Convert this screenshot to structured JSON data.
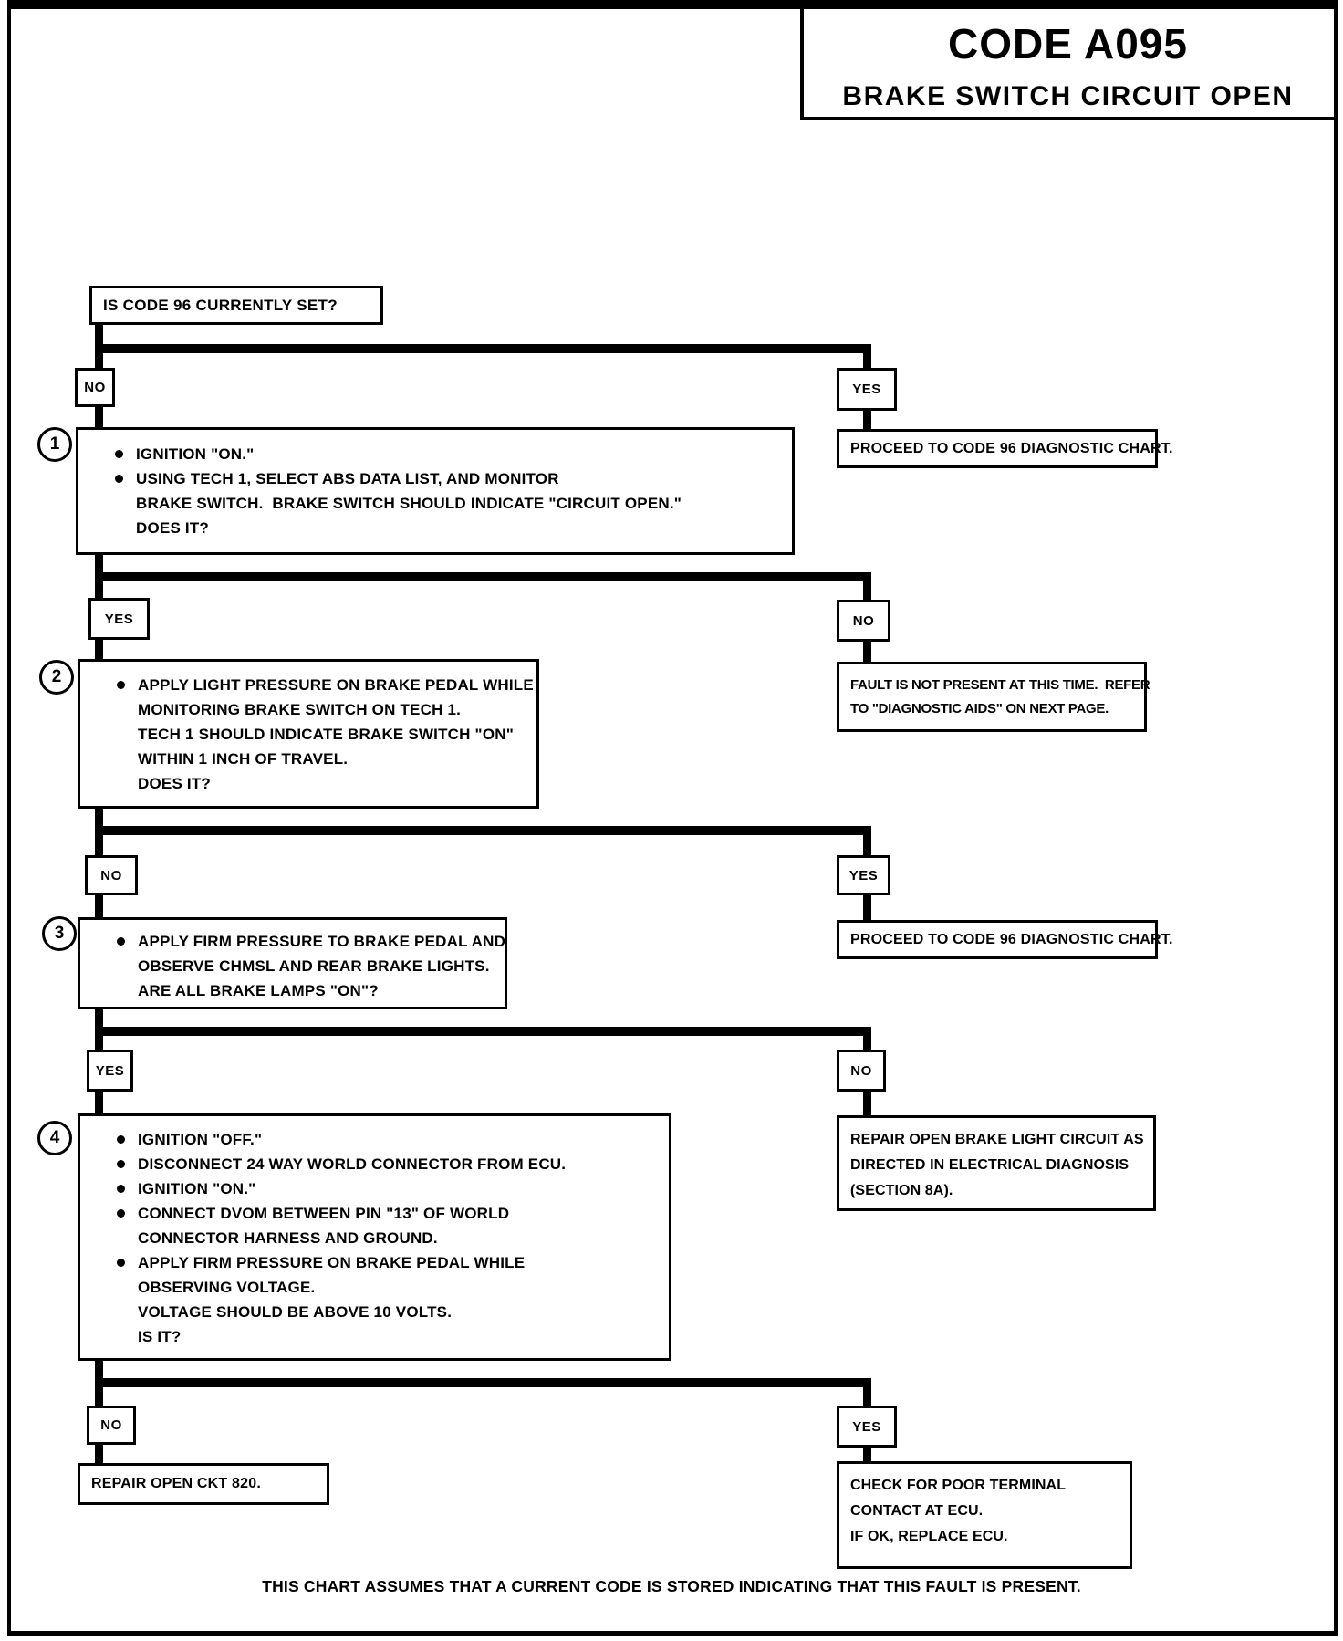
{
  "page": {
    "title_code": "CODE A095",
    "title_subtitle": "BRAKE SWITCH CIRCUIT OPEN",
    "footer": "THIS CHART ASSUMES THAT A CURRENT CODE IS STORED INDICATING THAT THIS FAULT IS PRESENT."
  },
  "labels": {
    "yes": "YES",
    "no": "NO"
  },
  "flow": {
    "root_question": "IS CODE 96 CURRENTLY SET?",
    "steps": [
      {
        "number": "1",
        "lines": [
          {
            "bullet": true,
            "text": "IGNITION \"ON.\""
          },
          {
            "bullet": true,
            "text": "USING TECH 1, SELECT ABS DATA LIST, AND MONITOR"
          },
          {
            "bullet": false,
            "text": "BRAKE SWITCH.  BRAKE SWITCH SHOULD INDICATE \"CIRCUIT OPEN.\""
          },
          {
            "bullet": false,
            "text": "DOES IT?"
          }
        ]
      },
      {
        "number": "2",
        "lines": [
          {
            "bullet": true,
            "text": "APPLY LIGHT PRESSURE ON BRAKE PEDAL WHILE"
          },
          {
            "bullet": false,
            "text": "MONITORING BRAKE SWITCH ON TECH 1."
          },
          {
            "bullet": false,
            "text": "TECH 1 SHOULD INDICATE BRAKE SWITCH \"ON\""
          },
          {
            "bullet": false,
            "text": "WITHIN 1 INCH OF TRAVEL."
          },
          {
            "bullet": false,
            "text": "DOES IT?"
          }
        ]
      },
      {
        "number": "3",
        "lines": [
          {
            "bullet": true,
            "text": "APPLY FIRM PRESSURE TO BRAKE PEDAL AND"
          },
          {
            "bullet": false,
            "text": "OBSERVE CHMSL AND REAR BRAKE LIGHTS."
          },
          {
            "bullet": false,
            "text": "ARE ALL BRAKE LAMPS \"ON\"?"
          }
        ]
      },
      {
        "number": "4",
        "lines": [
          {
            "bullet": true,
            "text": "IGNITION \"OFF.\""
          },
          {
            "bullet": true,
            "text": "DISCONNECT 24 WAY WORLD CONNECTOR FROM ECU."
          },
          {
            "bullet": true,
            "text": "IGNITION \"ON.\""
          },
          {
            "bullet": true,
            "text": "CONNECT DVOM BETWEEN PIN \"13\" OF WORLD"
          },
          {
            "bullet": false,
            "text": "CONNECTOR HARNESS AND GROUND."
          },
          {
            "bullet": true,
            "text": "APPLY FIRM PRESSURE ON BRAKE PEDAL WHILE"
          },
          {
            "bullet": false,
            "text": "OBSERVING VOLTAGE."
          },
          {
            "bullet": false,
            "text": "VOLTAGE SHOULD BE ABOVE 10 VOLTS."
          },
          {
            "bullet": false,
            "text": "IS IT?"
          }
        ]
      }
    ],
    "results": {
      "proceed_code96_1": "PROCEED TO CODE 96 DIAGNOSTIC CHART.",
      "fault_not_present": [
        "FAULT IS NOT PRESENT AT THIS TIME.  REFER",
        "TO \"DIAGNOSTIC AIDS\" ON NEXT PAGE."
      ],
      "proceed_code96_2": "PROCEED TO CODE 96 DIAGNOSTIC CHART.",
      "repair_brake_light": [
        "REPAIR OPEN BRAKE LIGHT CIRCUIT AS",
        "DIRECTED IN ELECTRICAL DIAGNOSIS",
        "(SECTION 8A)."
      ],
      "repair_ckt": "REPAIR OPEN CKT 820.",
      "check_terminal": [
        "CHECK FOR POOR TERMINAL",
        "CONTACT AT ECU.",
        "IF OK, REPLACE ECU."
      ]
    }
  }
}
